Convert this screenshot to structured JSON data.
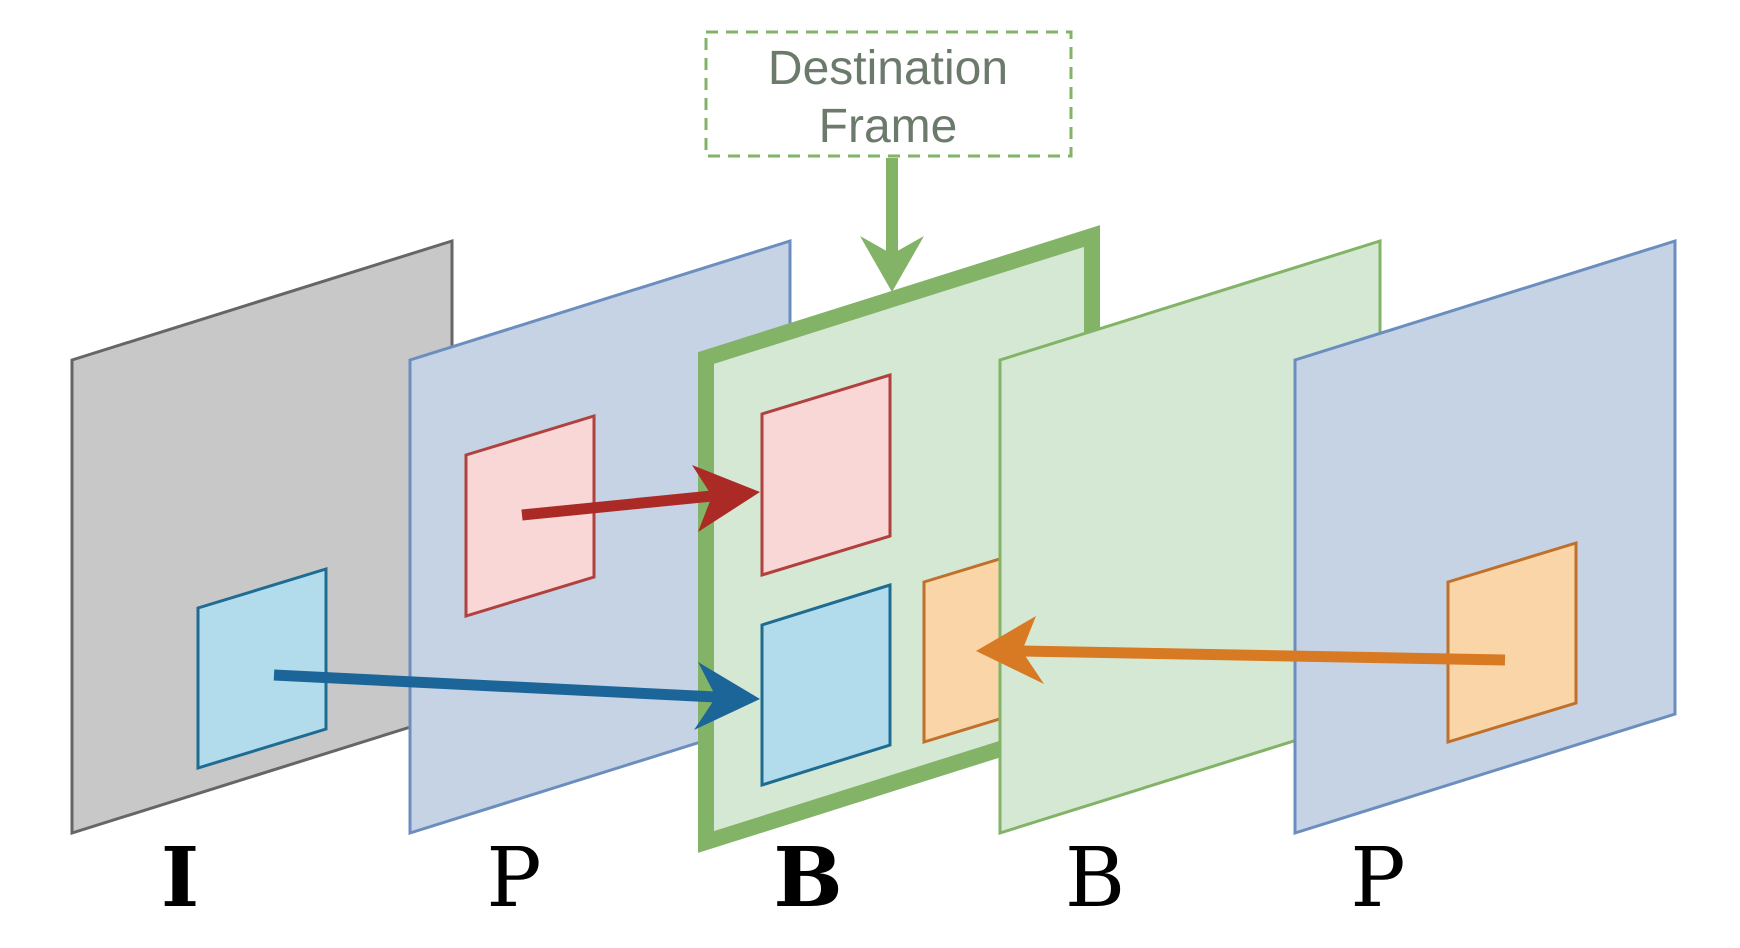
{
  "destination": {
    "line1": "Destination",
    "line2": "Frame"
  },
  "frames": [
    {
      "type": "I"
    },
    {
      "type": "P"
    },
    {
      "type": "B"
    },
    {
      "type": "B"
    },
    {
      "type": "P"
    }
  ],
  "colors": {
    "i_frame_fill": "#c8c8c8",
    "i_frame_stroke": "#666666",
    "p_frame_fill": "#c5d3e4",
    "p_frame_stroke": "#6c8ebf",
    "b_frame_fill": "#d5e8d4",
    "b_frame_stroke": "#82b366",
    "red_block_fill": "#f8d7d6",
    "red_block_stroke": "#b0413e",
    "blue_block_fill": "#b2dbec",
    "blue_block_stroke": "#1f6c93",
    "orange_block_fill": "#f9d5a8",
    "orange_block_stroke": "#c0702a",
    "red_arrow": "#ab2a26",
    "blue_arrow": "#1c6599",
    "orange_arrow": "#d87a24",
    "green_arrow": "#82b366"
  }
}
